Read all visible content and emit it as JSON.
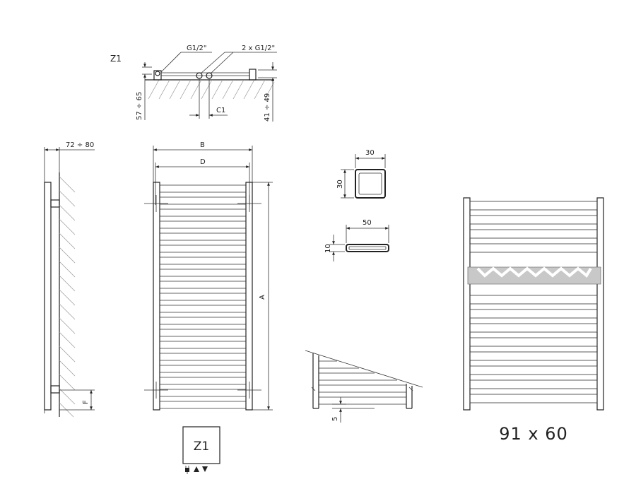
{
  "top_view": {
    "zone_label": "Z1",
    "conn_single": "G1/2\"",
    "conn_double": "2 x G1/2\"",
    "dim_left": "57 ÷ 65",
    "dim_right": "41 ÷ 49",
    "dim_c1": "C1"
  },
  "side_view": {
    "dim_depth": "72 ÷ 80",
    "dim_f": "F"
  },
  "front_view": {
    "dim_b": "B",
    "dim_d": "D",
    "dim_a": "A"
  },
  "profiles": {
    "square_width": "30",
    "square_height": "30",
    "flat_width": "50",
    "flat_height": "10"
  },
  "detail_view": {
    "dim_gap": "5"
  },
  "zone_box": {
    "label": "Z1"
  },
  "product": {
    "size_label": "91 x 60",
    "highlight_color": "#c8c8c8"
  }
}
